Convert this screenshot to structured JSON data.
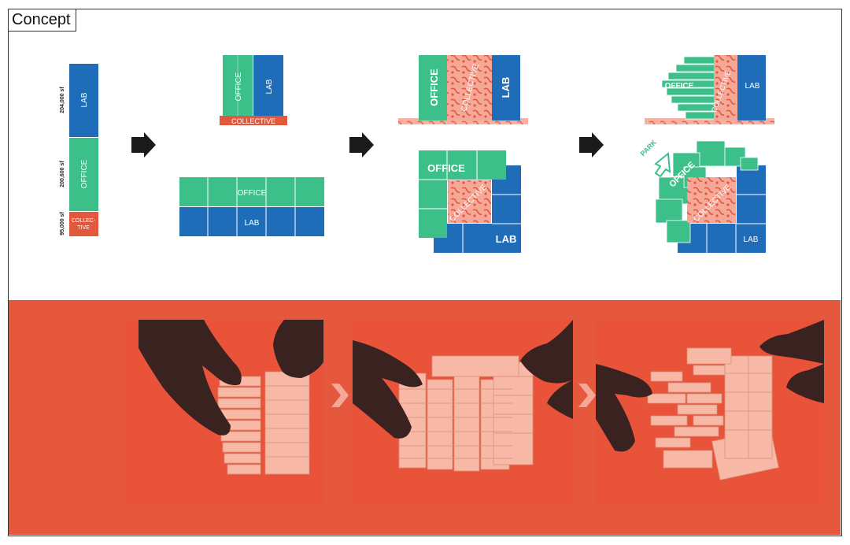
{
  "title": "Concept",
  "colors": {
    "lab": "#1f6db8",
    "office": "#3dbf8a",
    "collective": "#e2583c",
    "collective_light": "#f5a898",
    "photo_bg": "#e5583e",
    "block": "#f7b9a6",
    "hand": "#3a2220",
    "arrow": "#1a1a1a",
    "park": "#3dbf8a"
  },
  "stage1": {
    "lab_label": "LAB",
    "lab_sf": "204,000 sf",
    "office_label": "OFFICE",
    "office_sf": "200,600 sf",
    "collective_label_line1": "COLLEC-",
    "collective_label_line2": "TIVE",
    "collective_sf": "95,000 sf"
  },
  "stage2": {
    "office_label": "OFFICE",
    "lab_label": "LAB",
    "collective_label": "COLLECTIVE",
    "plan_office_label": "OFFICE",
    "plan_lab_label": "LAB"
  },
  "stage3": {
    "office_label": "OFFICE",
    "collective_label": "COLLECTIVE",
    "lab_label": "LAB",
    "plan_office_label": "OFFICE",
    "plan_collective_label": "COLLECTIVE",
    "plan_lab_label": "LAB"
  },
  "stage4": {
    "office_label": "OFFICE",
    "collective_label": "COLLECTIVE",
    "lab_label": "LAB",
    "park_label": "PARK",
    "plan_office_label": "OFFICE",
    "plan_collective_label": "COLLECTIVE",
    "plan_lab_label": "LAB"
  }
}
